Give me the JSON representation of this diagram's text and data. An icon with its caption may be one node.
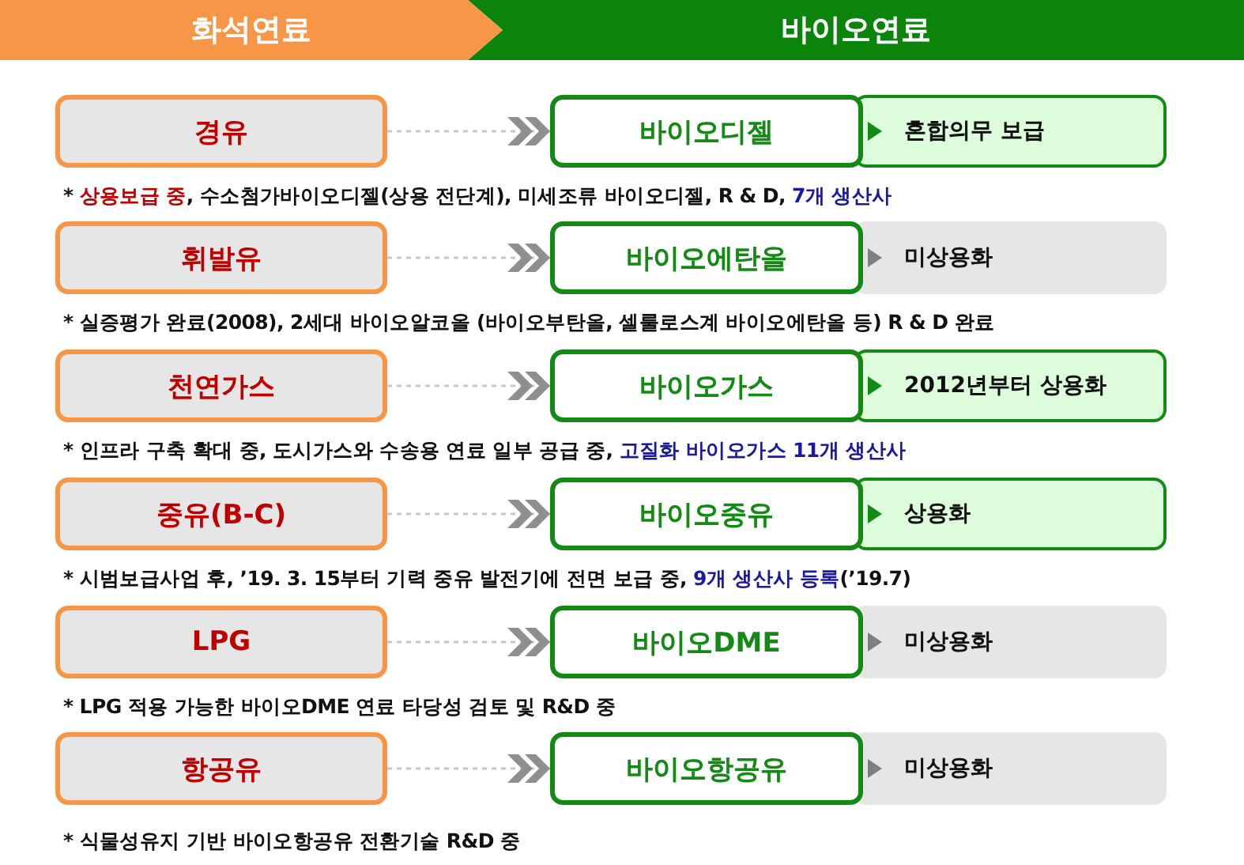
{
  "diagram": {
    "nodes": [
      {
        "text": [
          "화석연료"
        ]
      },
      {
        "text": [
          "바이오연료"
        ]
      },
      {
        "text": [
          "경유"
        ]
      },
      {
        "text": [
          "바이오디젤"
        ]
      },
      {
        "text": [
          "혼합의무 보급"
        ]
      },
      {
        "text": [
          "휘발유"
        ]
      },
      {
        "text": [
          "바이오에탄올"
        ]
      },
      {
        "text": [
          "미상용화"
        ]
      },
      {
        "text": [
          "천연가스"
        ]
      },
      {
        "text": [
          "바이오가스"
        ]
      },
      {
        "text": [
          "2012년부터 상용화"
        ]
      },
      {
        "text": [
          "중유(B-C)"
        ]
      },
      {
        "text": [
          "바이오중유"
        ]
      },
      {
        "text": [
          "상용화"
        ]
      },
      {
        "text": [
          "LPG"
        ]
      },
      {
        "text": [
          "바이오DME"
        ]
      },
      {
        "text": [
          "미상용화"
        ]
      },
      {
        "text": [
          "항공유"
        ]
      },
      {
        "text": [
          "바이오항공유"
        ]
      },
      {
        "text": [
          "미상용화"
        ]
      }
    ],
    "edges": [
      {
        "from": 2,
        "to": 3,
        "arrow": "to"
      },
      {
        "from": 5,
        "to": 6,
        "arrow": "to"
      },
      {
        "from": 8,
        "to": 9,
        "arrow": "to"
      },
      {
        "from": 11,
        "to": 12,
        "arrow": "to"
      },
      {
        "from": 14,
        "to": 15,
        "arrow": "to"
      },
      {
        "from": 17,
        "to": 18,
        "arrow": "to"
      }
    ],
    "labels": [
      "* **상용보급 중**, 수소첨가바이오디젤(상용 전단계), 미세조류 바이오디젤, R & D, **7개 생산사**",
      "* 실증평가 완료(2008), 2세대 바이오알코올 (바이오부탄올, 셀룰로스계 바이오에탄올 등) R & D 완료",
      "* 인프라 구축 확대 중, 도시가스와 수송용 연료 일부 공급 중, **고질화 바이오가스 11개 생산사**",
      "* 시범보급사업 후, ’19. 3. 15부터 기력 중유 발전기에 전면 보급 중, **9개 생산사 등록**(’19.7)",
      "* LPG 적용 가능한 바이오DME 연료 타당성 검토 및 R&D 중",
      "* 식물성유지 기반 바이오항공유 전환기술  R&D 중"
    ]
  }
}
